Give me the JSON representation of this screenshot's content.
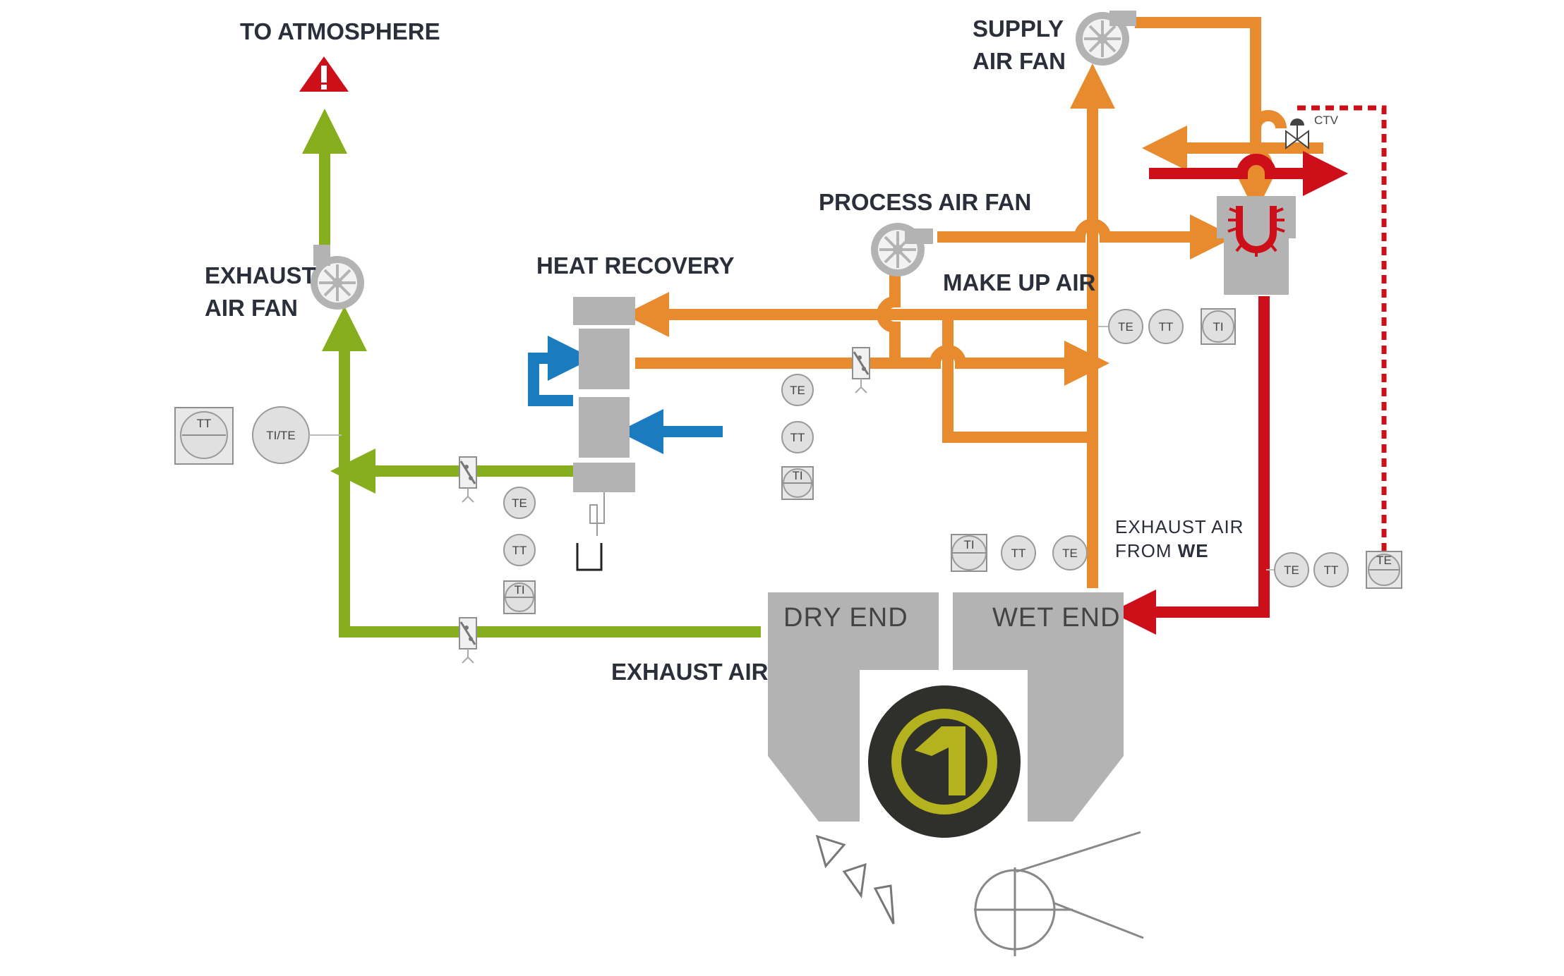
{
  "labels": {
    "to_atmosphere": "TO ATMOSPHERE",
    "supply_air_fan_1": "SUPPLY",
    "supply_air_fan_2": "AIR FAN",
    "process_air_fan": "PROCESS AIR FAN",
    "heat_recovery": "HEAT RECOVERY",
    "make_up_air": "MAKE UP AIR",
    "exhaust_air_fan_1": "EXHAUST",
    "exhaust_air_fan_2": "AIR FAN",
    "exhaust_air": "EXHAUST AIR",
    "exhaust_air_from_we_1": "EXHAUST AIR",
    "exhaust_air_from_we_2a": "FROM ",
    "exhaust_air_from_we_2b": "WE",
    "dry_end": "DRY END",
    "wet_end": "WET END",
    "ctv": "CTV"
  },
  "instruments": {
    "tt_left": "TT",
    "ti_te_left": "TI/TE",
    "te_a": "TE",
    "tt_a": "TT",
    "ti_a": "TI",
    "te_b": "TE",
    "tt_b": "TT",
    "ti_b": "TI",
    "te_c": "TE",
    "tt_c": "TT",
    "ti_c": "TI",
    "ti_d": "TI",
    "tt_d": "TT",
    "te_d": "TE",
    "te_e": "TE",
    "tt_e": "TT",
    "te_f": "TE"
  },
  "colors": {
    "process_air": "#e88b2e",
    "exhaust": "#86ae1e",
    "cooling": "#1b7bbf",
    "hot_supply": "#cc0f18",
    "equipment": "#b3b3b3",
    "warning": "#cc0f18",
    "logo_bg": "#2f2f2b",
    "logo_fg": "#b4b21e"
  },
  "icons": [
    "warning-icon",
    "fan-icon",
    "damper-icon",
    "valve-icon",
    "burner-icon",
    "logo-icon",
    "condensate-trap-icon"
  ]
}
